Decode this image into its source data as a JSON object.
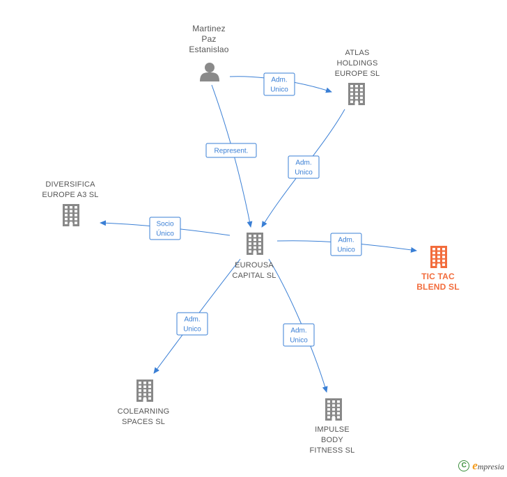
{
  "colors": {
    "edge": "#3a7fd5",
    "node": "#888888",
    "main_node": "#f26c3c",
    "person": "#8a8a8a",
    "label": "#555555",
    "main_label": "#f26c3c",
    "brand_e": "#f39a1a",
    "copyright": "#3b8f3b"
  },
  "nodes": [
    {
      "id": "martinez",
      "type": "person",
      "lines": [
        "Martinez",
        "Paz",
        "Estanislao"
      ],
      "icon": "person-icon"
    },
    {
      "id": "atlas",
      "type": "company",
      "lines": [
        "ATLAS",
        "HOLDINGS",
        "EUROPE  SL"
      ],
      "icon": "building-icon"
    },
    {
      "id": "diversifica",
      "type": "company",
      "lines": [
        "DIVERSIFICA",
        "EUROPE A3  SL"
      ],
      "icon": "building-icon"
    },
    {
      "id": "eurousa",
      "type": "company",
      "lines": [
        "EUROUSA",
        "CAPITAL  SL"
      ],
      "icon": "building-icon"
    },
    {
      "id": "tictac",
      "type": "main",
      "lines": [
        "TIC TAC",
        "BLEND  SL"
      ],
      "icon": "building-icon"
    },
    {
      "id": "colearning",
      "type": "company",
      "lines": [
        "COLEARNING",
        "SPACES  SL"
      ],
      "icon": "building-icon"
    },
    {
      "id": "impulse",
      "type": "company",
      "lines": [
        "IMPULSE",
        "BODY",
        "FITNESS  SL"
      ],
      "icon": "building-icon"
    }
  ],
  "edges": [
    {
      "id": "martinez-atlas",
      "from": "martinez",
      "to": "atlas",
      "label": [
        "Adm.",
        "Unico"
      ]
    },
    {
      "id": "martinez-eurousa",
      "from": "martinez",
      "to": "eurousa",
      "label": [
        "Represent."
      ]
    },
    {
      "id": "atlas-eurousa",
      "from": "atlas",
      "to": "eurousa",
      "label": [
        "Adm.",
        "Unico"
      ]
    },
    {
      "id": "eurousa-diversifica",
      "from": "eurousa",
      "to": "diversifica",
      "label": [
        "Socio",
        "Único"
      ]
    },
    {
      "id": "eurousa-tictac",
      "from": "eurousa",
      "to": "tictac",
      "label": [
        "Adm.",
        "Unico"
      ]
    },
    {
      "id": "eurousa-colearning",
      "from": "eurousa",
      "to": "colearning",
      "label": [
        "Adm.",
        "Unico"
      ]
    },
    {
      "id": "eurousa-impulse",
      "from": "eurousa",
      "to": "impulse",
      "label": [
        "Adm.",
        "Unico"
      ]
    }
  ],
  "footer": {
    "copyright_symbol": "C",
    "brand_first": "e",
    "brand_rest": "mpresia"
  }
}
